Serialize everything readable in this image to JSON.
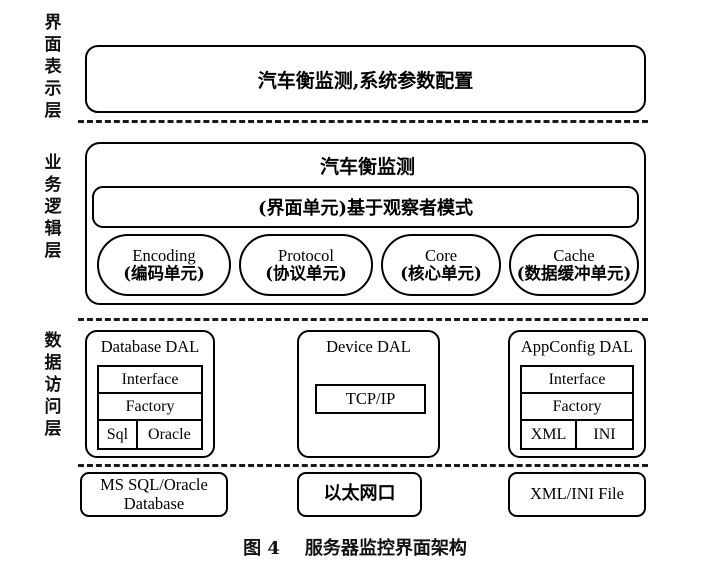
{
  "figure": {
    "caption": "图 4    服务器监控界面架构"
  },
  "layers": [
    {
      "id": "presentation",
      "label_chars": [
        "界",
        "面",
        "表",
        "示",
        "层"
      ]
    },
    {
      "id": "business",
      "label_chars": [
        "业",
        "务",
        "逻",
        "辑",
        "层"
      ]
    },
    {
      "id": "data_access",
      "label_chars": [
        "数",
        "据",
        "访",
        "问",
        "层"
      ]
    }
  ],
  "presentation_layer": {
    "box_label": "汽车衡监测,系统参数配置"
  },
  "business_layer": {
    "title": "汽车衡监测",
    "observer_box": "(界面单元)基于观察者模式",
    "units": [
      {
        "name_en": "Encoding",
        "name_cn": "(编码单元)"
      },
      {
        "name_en": "Protocol",
        "name_cn": "(协议单元)"
      },
      {
        "name_en": "Core",
        "name_cn": "(核心单元)"
      },
      {
        "name_en": "Cache",
        "name_cn": "(数据缓冲单元)"
      }
    ]
  },
  "data_access_layer": {
    "database_dal": {
      "title": "Database DAL",
      "rows": [
        "Interface",
        "Factory"
      ],
      "impl_cells": [
        "Sql",
        "Oracle"
      ]
    },
    "device_dal": {
      "title": "Device  DAL",
      "protocol_box": "TCP/IP"
    },
    "appconfig_dal": {
      "title": "AppConfig DAL",
      "rows": [
        "Interface",
        "Factory"
      ],
      "impl_cells": [
        "XML",
        "INI"
      ]
    }
  },
  "storage_layer": {
    "database": "MS SQL/Oracle\nDatabase",
    "network": "以太网口",
    "file": "XML/INI File"
  },
  "colors": {
    "stroke": "#000000",
    "background": "#ffffff",
    "text": "#111111"
  }
}
